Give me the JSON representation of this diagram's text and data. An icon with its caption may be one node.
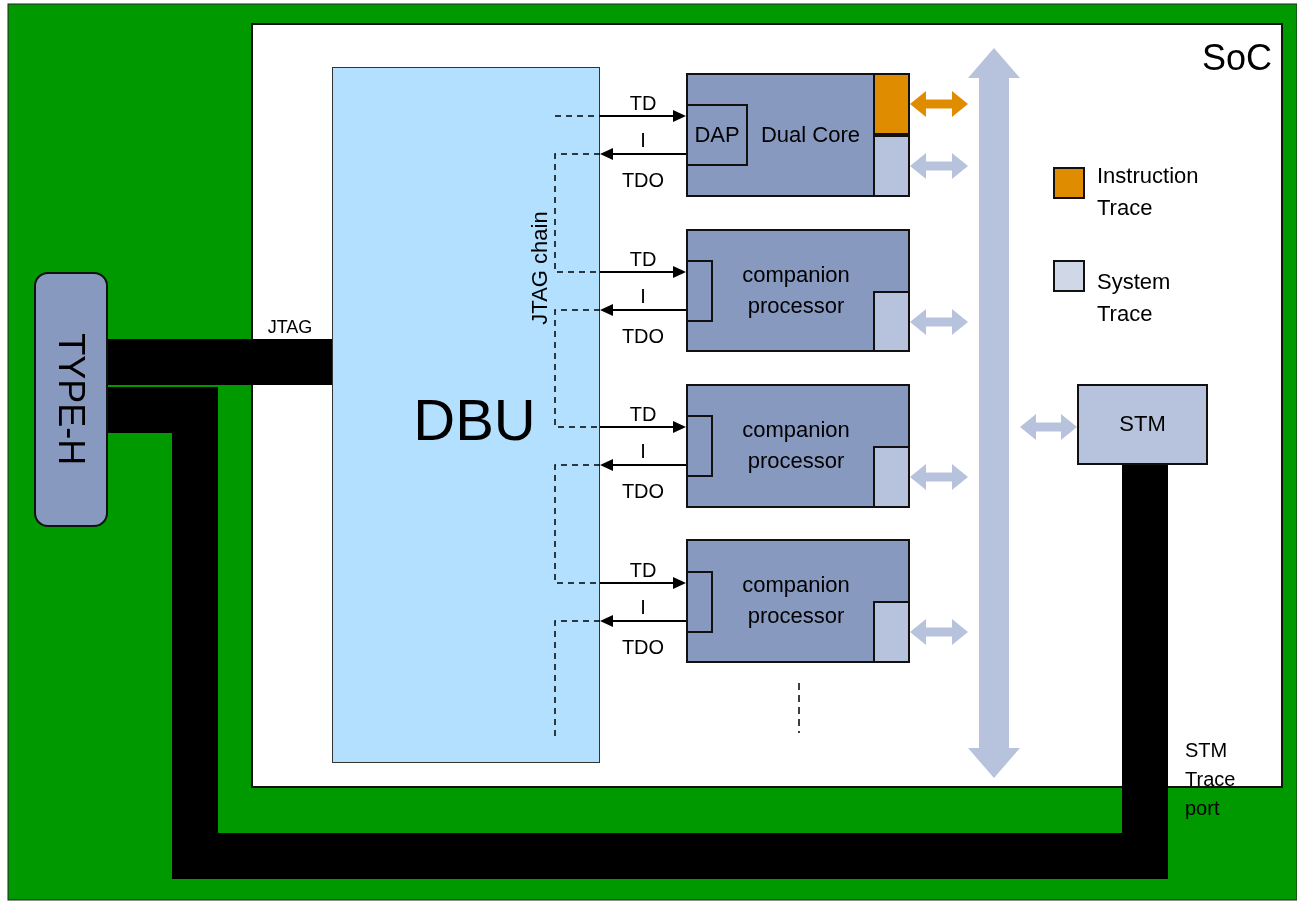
{
  "diagram": {
    "nodes": [
      {
        "text": [
          "SoC"
        ]
      },
      {
        "text": [
          "DBU"
        ],
        "in": 0
      },
      {
        "text": [
          "Dual Core"
        ],
        "in": 0
      },
      {
        "text": [
          "DAP"
        ],
        "in": 2
      },
      {
        "text": [],
        "shape": "box",
        "in": 2
      },
      {
        "text": [],
        "shape": "box",
        "in": 2
      },
      {
        "text": [
          "companion processor"
        ],
        "in": 0
      },
      {
        "text": [],
        "shape": "box",
        "in": 6
      },
      {
        "text": [],
        "shape": "box",
        "in": 6
      },
      {
        "text": [
          "companion processor"
        ],
        "in": 0
      },
      {
        "text": [],
        "shape": "box",
        "in": 9
      },
      {
        "text": [],
        "shape": "box",
        "in": 9
      },
      {
        "text": [
          "companion processor"
        ],
        "in": 0
      },
      {
        "text": [],
        "shape": "box",
        "in": 12
      },
      {
        "text": [],
        "shape": "box",
        "in": 12
      },
      {
        "text": [],
        "shape": "bar",
        "in": 0
      },
      {
        "text": [
          "STM"
        ],
        "in": 0
      },
      {
        "text": [
          "TYPE-H"
        ]
      }
    ],
    "edges": [
      {
        "from": 1,
        "to": 3,
        "arrow": "to",
        "label": "TD"
      },
      {
        "from": 3,
        "to": 1,
        "arrow": "to",
        "label": "TDO"
      },
      {
        "from": 1,
        "to": 7,
        "arrow": "to",
        "label": "TD"
      },
      {
        "from": 7,
        "to": 1,
        "arrow": "to",
        "label": "TDO"
      },
      {
        "from": 1,
        "to": 10,
        "arrow": "to",
        "label": "TD"
      },
      {
        "from": 10,
        "to": 1,
        "arrow": "to",
        "label": "TDO"
      },
      {
        "from": 1,
        "to": 13,
        "arrow": "to",
        "label": "TD"
      },
      {
        "from": 13,
        "to": 1,
        "arrow": "to",
        "label": "TDO"
      },
      {
        "from": 4,
        "to": 15,
        "arrow": "both",
        "style": "thick",
        "color": "#e08c00"
      },
      {
        "from": 5,
        "to": 15,
        "arrow": "both",
        "style": "thick",
        "color": "#b7c3dd"
      },
      {
        "from": 8,
        "to": 15,
        "arrow": "both",
        "style": "thick",
        "color": "#b7c3dd"
      },
      {
        "from": 11,
        "to": 15,
        "arrow": "both",
        "style": "thick",
        "color": "#b7c3dd"
      },
      {
        "from": 14,
        "to": 15,
        "arrow": "both",
        "style": "thick",
        "color": "#b7c3dd"
      },
      {
        "from": 15,
        "to": 16,
        "arrow": "both",
        "style": "thick",
        "color": "#b7c3dd"
      },
      {
        "from": 17,
        "to": 1,
        "arrow": "none",
        "label": "JTAG",
        "style": "thick"
      },
      {
        "from": 16,
        "to": 17,
        "arrow": "none",
        "label": "STM Trace port",
        "style": "thick"
      }
    ],
    "labels": [
      "JTAG chain",
      "I",
      "I",
      "I",
      "I"
    ],
    "legend": [
      {
        "text": "Instruction Trace",
        "color": "#e08c00"
      },
      {
        "text": "System Trace",
        "color": "#d0d8e8"
      }
    ]
  }
}
